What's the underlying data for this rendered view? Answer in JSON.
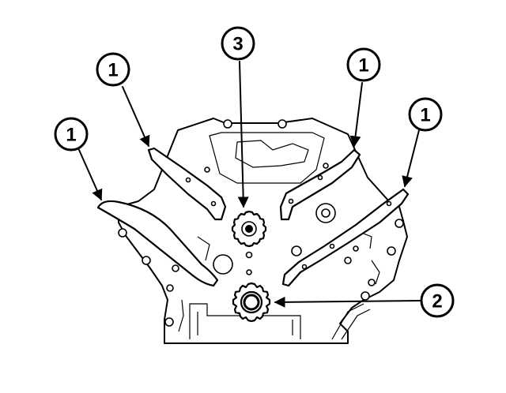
{
  "callouts": [
    {
      "id": "c1a",
      "label": "1"
    },
    {
      "id": "c1b",
      "label": "1"
    },
    {
      "id": "c1c",
      "label": "1"
    },
    {
      "id": "c1d",
      "label": "1"
    },
    {
      "id": "c2",
      "label": "2"
    },
    {
      "id": "c3",
      "label": "3"
    }
  ],
  "colors": {
    "ink": "#000000",
    "paper": "#ffffff"
  }
}
